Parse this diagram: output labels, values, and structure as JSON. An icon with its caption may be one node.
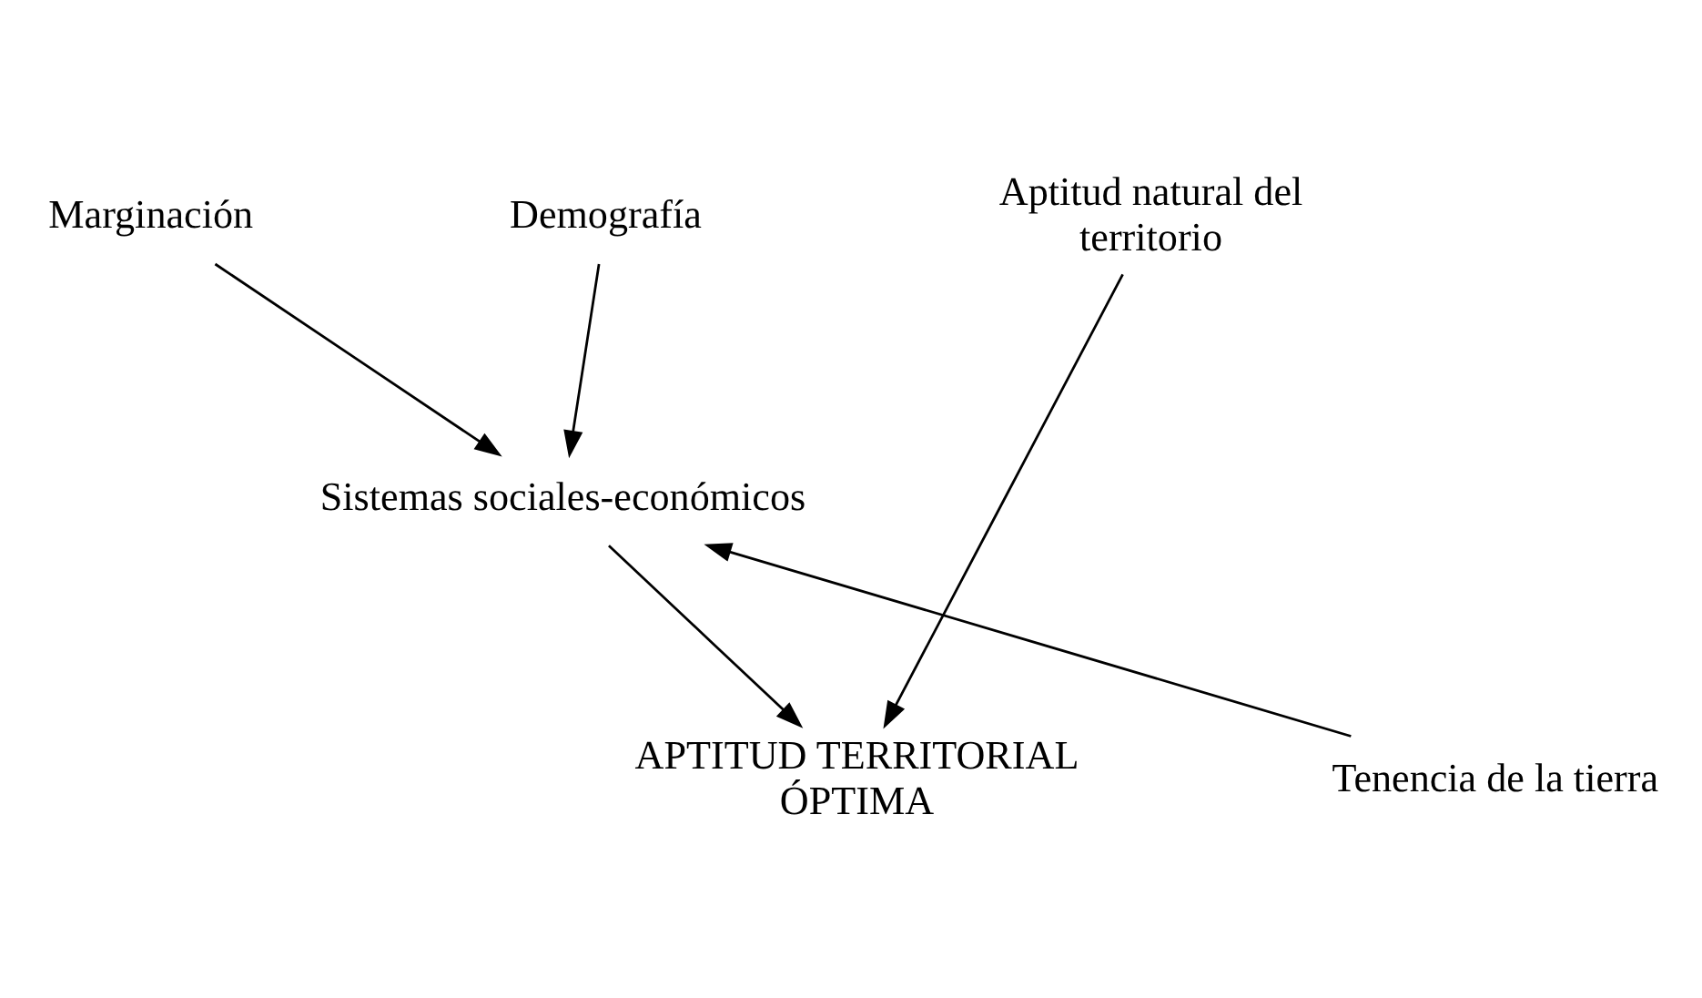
{
  "diagram": {
    "nodes": [
      {
        "text": [
          "Marginación"
        ]
      },
      {
        "text": [
          "Aptitud natural del territorio"
        ]
      },
      {
        "text": [
          "Demografía"
        ]
      },
      {
        "text": [
          "Sistemas sociales-económicos"
        ]
      },
      {
        "text": [
          "APTITUD TERRITORIAL ÓPTIMA"
        ]
      },
      {
        "text": [
          "Tenencia de la tierra"
        ]
      }
    ],
    "edges": [
      {
        "from": 0,
        "to": 3,
        "arrow": "to"
      },
      {
        "from": 2,
        "to": 3,
        "arrow": "to"
      },
      {
        "from": 5,
        "to": 3,
        "arrow": "to"
      },
      {
        "from": 3,
        "to": 4,
        "arrow": "to"
      },
      {
        "from": 1,
        "to": 4,
        "arrow": "to"
      }
    ]
  }
}
